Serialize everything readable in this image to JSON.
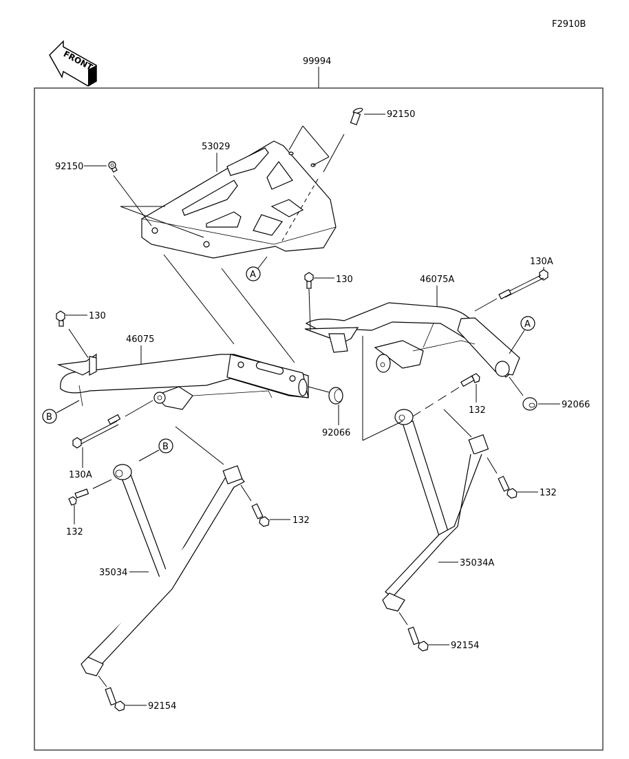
{
  "diagram": {
    "figure_code": "F2910B",
    "assembly_number": "99994",
    "front_indicator": "FRONT",
    "reference_markers": [
      "A",
      "B"
    ],
    "parts": [
      {
        "id": "p53029",
        "number": "53029",
        "description": "rear rack plate"
      },
      {
        "id": "p92150a",
        "number": "92150",
        "description": "screw (left)"
      },
      {
        "id": "p92150b",
        "number": "92150",
        "description": "screw (right)"
      },
      {
        "id": "p46075",
        "number": "46075",
        "description": "left bracket"
      },
      {
        "id": "p46075A",
        "number": "46075A",
        "description": "right bracket"
      },
      {
        "id": "p130a",
        "number": "130",
        "description": "bolt (left bracket)"
      },
      {
        "id": "p130b",
        "number": "130",
        "description": "bolt (right bracket)"
      },
      {
        "id": "p130Aa",
        "number": "130A",
        "description": "long bolt (left)"
      },
      {
        "id": "p130Ab",
        "number": "130A",
        "description": "long bolt (right)"
      },
      {
        "id": "p92066a",
        "number": "92066",
        "description": "grommet (left)"
      },
      {
        "id": "p92066b",
        "number": "92066",
        "description": "grommet (right)"
      },
      {
        "id": "p35034",
        "number": "35034",
        "description": "left stay"
      },
      {
        "id": "p35034A",
        "number": "35034A",
        "description": "right stay"
      },
      {
        "id": "p132a",
        "number": "132",
        "description": "bolt"
      },
      {
        "id": "p132b",
        "number": "132",
        "description": "bolt"
      },
      {
        "id": "p132c",
        "number": "132",
        "description": "bolt"
      },
      {
        "id": "p132d",
        "number": "132",
        "description": "bolt"
      },
      {
        "id": "p92154a",
        "number": "92154",
        "description": "bolt (left)"
      },
      {
        "id": "p92154b",
        "number": "92154",
        "description": "bolt (right)"
      }
    ]
  }
}
